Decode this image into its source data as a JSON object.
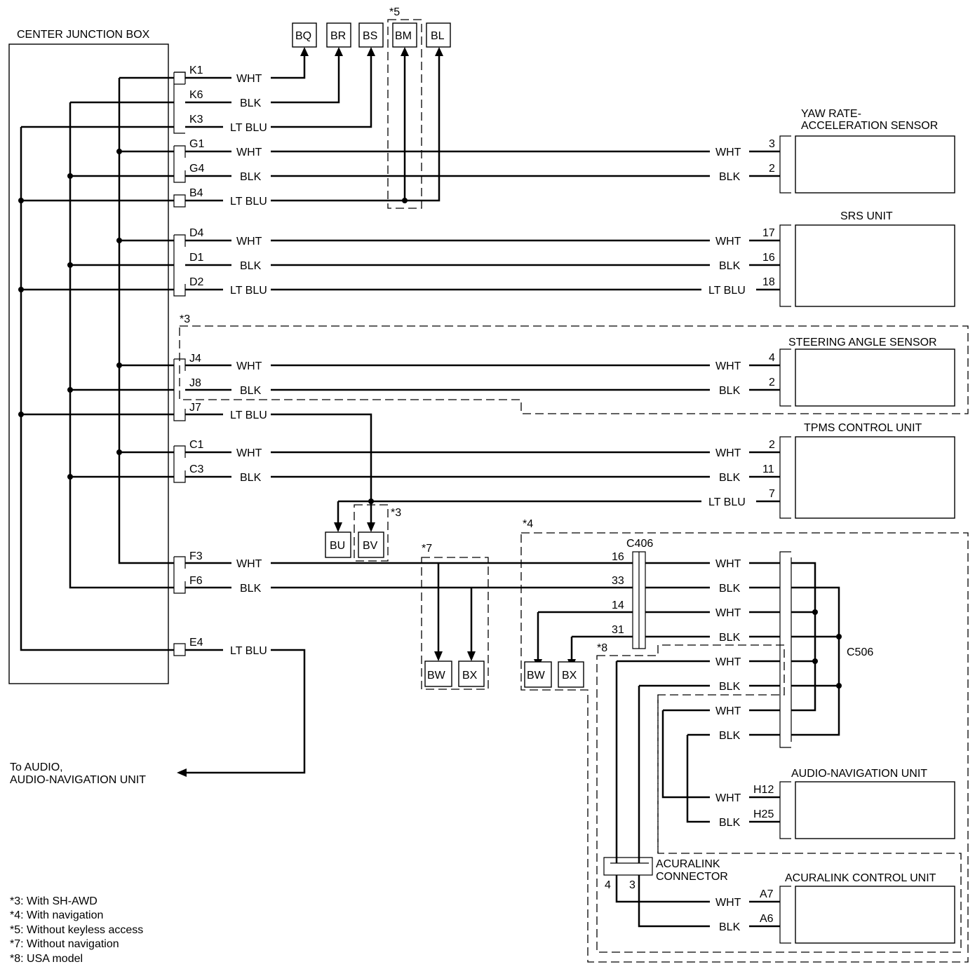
{
  "boxes": {
    "center_junction_box": "CENTER JUNCTION BOX",
    "yaw_rate_sensor_line1": "YAW RATE-",
    "yaw_rate_sensor_line2": "ACCELERATION SENSOR",
    "srs_unit": "SRS UNIT",
    "steering_angle_sensor": "STEERING ANGLE SENSOR",
    "tpms_control_unit": "TPMS CONTROL UNIT",
    "audio_navigation_unit": "AUDIO-NAVIGATION UNIT",
    "acuralink_control_unit": "ACURALINK CONTROL UNIT",
    "acuralink_connector_line1": "ACURALINK",
    "acuralink_connector_line2": "CONNECTOR",
    "to_audio_line1": "To AUDIO,",
    "to_audio_line2": "AUDIO-NAVIGATION UNIT"
  },
  "connectors": {
    "c406": "C406",
    "c506": "C506"
  },
  "bus_points": [
    "BQ",
    "BR",
    "BS",
    "BM",
    "BL",
    "BU",
    "BV",
    "BW",
    "BX"
  ],
  "terminals": {
    "jb": [
      "K1",
      "K6",
      "K3",
      "G1",
      "G4",
      "B4",
      "D4",
      "D1",
      "D2",
      "J4",
      "J8",
      "J7",
      "C1",
      "C3",
      "F3",
      "F6",
      "E4"
    ],
    "yaw": [
      "3",
      "2"
    ],
    "srs": [
      "17",
      "16",
      "18"
    ],
    "steering": [
      "4",
      "2"
    ],
    "tpms": [
      "2",
      "11",
      "7"
    ],
    "c406": [
      "16",
      "33",
      "14",
      "31"
    ],
    "audio_nav": [
      "H12",
      "H25"
    ],
    "acuralink_unit": [
      "A7",
      "A6"
    ],
    "acuralink_connector": [
      "4",
      "3"
    ]
  },
  "wire_colors": {
    "wht": "WHT",
    "blk": "BLK",
    "ltblu": "LT BLU"
  },
  "notes_markers": {
    "m3": "*3",
    "m4": "*4",
    "m5": "*5",
    "m7": "*7",
    "m8": "*8"
  },
  "legend": [
    "*3:  With SH-AWD",
    "*4:  With navigation",
    "*5:  Without keyless access",
    "*7:  Without navigation",
    "*8:  USA model"
  ]
}
